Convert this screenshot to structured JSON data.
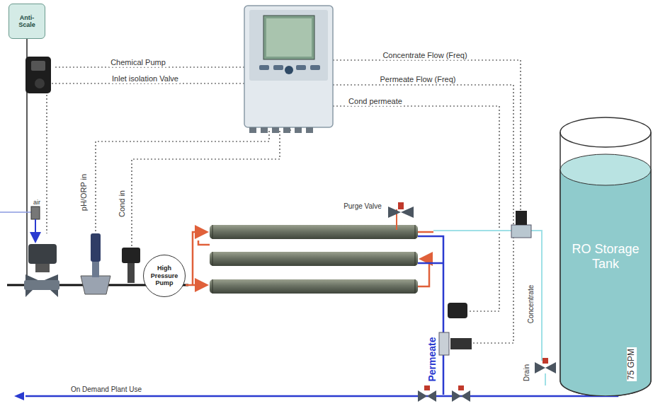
{
  "diagram": {
    "nodes": [
      {
        "text": [
          "Anti-Scale"
        ]
      },
      {
        "text": [
          "High Pressure Pump"
        ]
      },
      {
        "text": [
          "RO Storage Tank"
        ]
      }
    ],
    "labels": [
      "Chemical Pump",
      "Inlet isolation Valve",
      "Concentrate Flow (Freq)",
      "Permeate Flow (Freq)",
      "Cond permeate",
      "pH/ORP in",
      "Cond in",
      "air",
      "Purge Valve",
      "Permeate",
      "Concentrate",
      "Drain",
      "75 GPM",
      "On Demand Plant Use"
    ]
  }
}
